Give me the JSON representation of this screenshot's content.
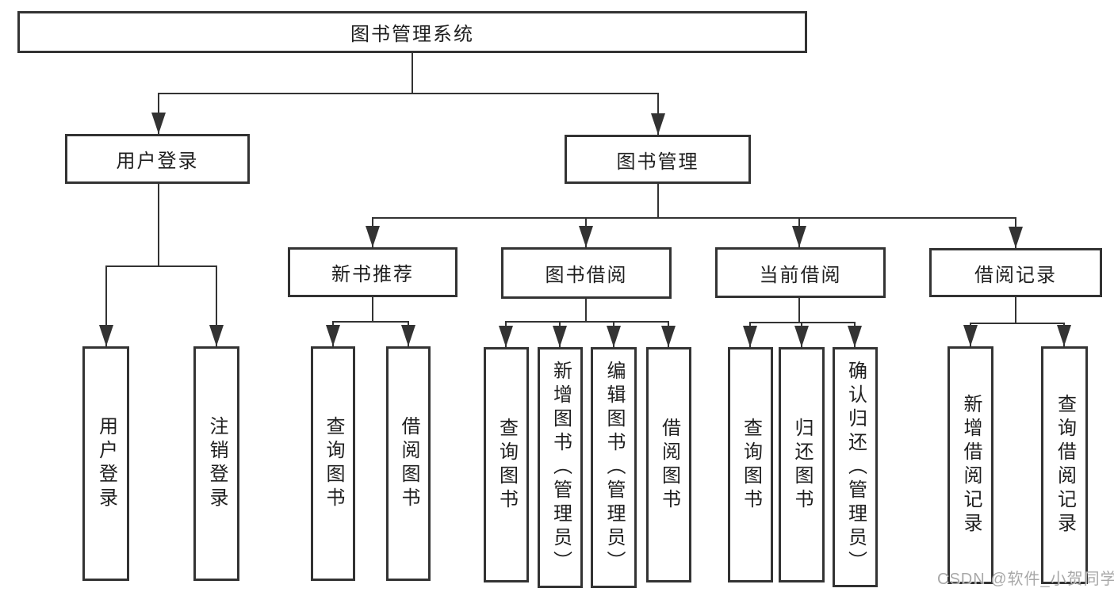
{
  "diagram": {
    "root": {
      "label": "图书管理系统"
    },
    "level1": [
      {
        "label": "用户登录"
      },
      {
        "label": "图书管理"
      }
    ],
    "level2": [
      {
        "label": "新书推荐"
      },
      {
        "label": "图书借阅"
      },
      {
        "label": "当前借阅"
      },
      {
        "label": "借阅记录"
      }
    ],
    "leaves": {
      "user_login": [
        {
          "label": "用户登录"
        },
        {
          "label": "注销登录"
        }
      ],
      "new_book": [
        {
          "label": "查询图书"
        },
        {
          "label": "借阅图书"
        }
      ],
      "book_borrow": [
        {
          "label": "查询图书"
        },
        {
          "label": "新增图书（管理员）"
        },
        {
          "label": "编辑图书（管理员）"
        },
        {
          "label": "借阅图书"
        }
      ],
      "current_borrow": [
        {
          "label": "查询图书"
        },
        {
          "label": "归还图书"
        },
        {
          "label": "确认归还（管理员）"
        }
      ],
      "borrow_records": [
        {
          "label": "新增借阅记录"
        },
        {
          "label": "查询借阅记录"
        }
      ]
    }
  },
  "icons": {
    "arrow_down": "css-triangle-down"
  },
  "watermark": {
    "text": "CSDN @软件_小贺同学"
  },
  "colors": {
    "line": "#333333",
    "text": "#1f1f1f",
    "watermark": "#9e9e9e",
    "background": "#ffffff"
  }
}
